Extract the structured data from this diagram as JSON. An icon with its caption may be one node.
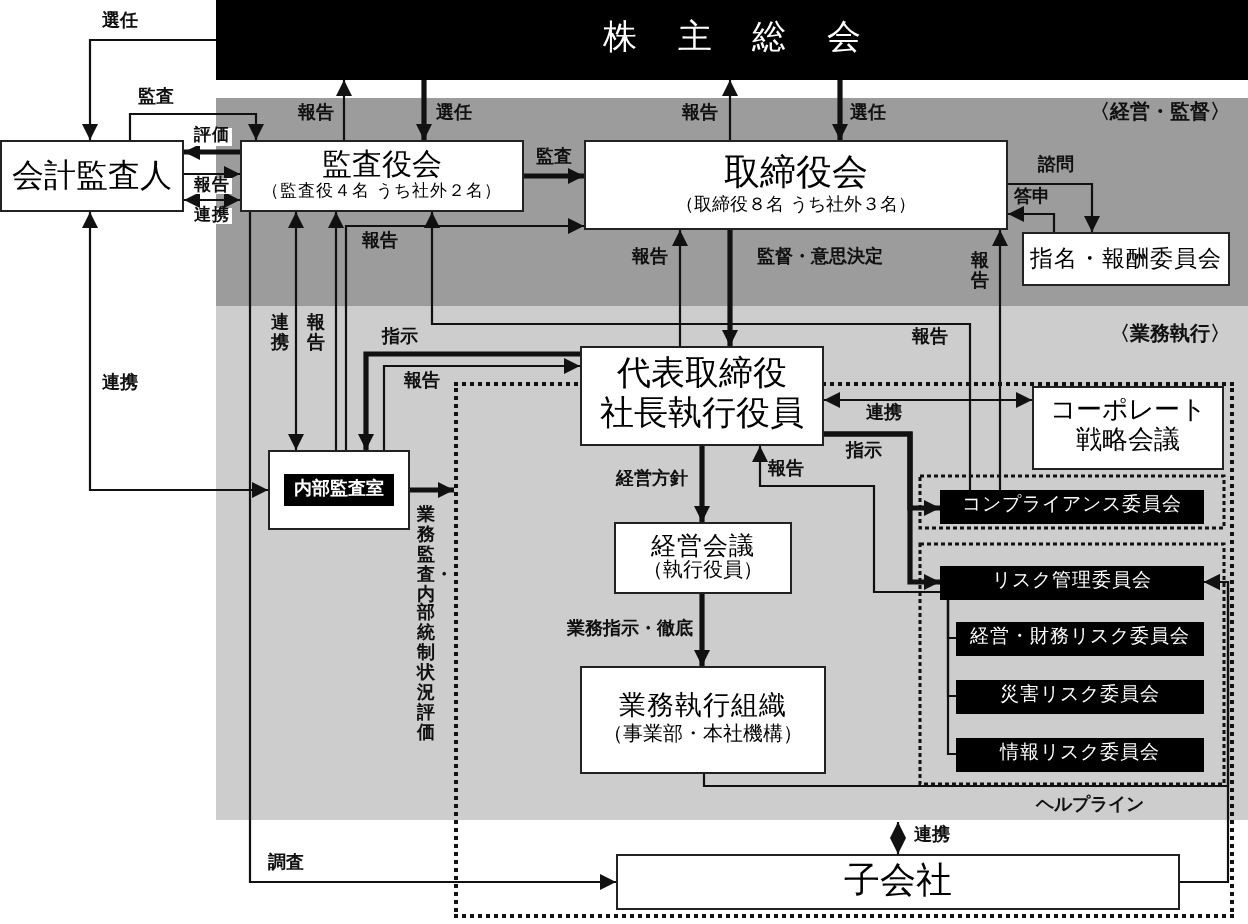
{
  "diagram": {
    "nodes": [
      {
        "text": [
          "株主総会"
        ]
      },
      {
        "text": [
          "会計監査人"
        ]
      },
      {
        "text": [
          "監査役会",
          "（監査役４名 うち社外２名）"
        ]
      },
      {
        "text": [
          "取締役会",
          "（取締役８名 うち社外３名）"
        ]
      },
      {
        "text": [
          "指名・報酬委員会"
        ]
      },
      {
        "text": [
          "代表取締役",
          "社長執行役員"
        ]
      },
      {
        "text": [
          "内部監査室"
        ]
      },
      {
        "text": [],
        "shape": "box"
      },
      {
        "text": [
          "コーポレート戦略会議"
        ],
        "in": 7
      },
      {
        "text": [
          "経営会議",
          "（執行役員）"
        ],
        "in": 7
      },
      {
        "text": [
          "コンプライアンス委員会"
        ],
        "in": 7
      },
      {
        "text": [
          "リスク管理委員会"
        ],
        "in": 7
      },
      {
        "text": [
          "経営・財務リスク委員会"
        ],
        "in": 7
      },
      {
        "text": [
          "災害リスク委員会"
        ],
        "in": 7
      },
      {
        "text": [
          "情報リスク委員会"
        ],
        "in": 7
      },
      {
        "text": [
          "業務執行組織",
          "（事業部・本社機構）"
        ],
        "in": 7
      },
      {
        "text": [
          "子会社"
        ],
        "in": 7
      }
    ],
    "edges": [
      {
        "from": 0,
        "to": 1,
        "arrow": "to",
        "label": "選任"
      },
      {
        "from": 1,
        "to": 2,
        "arrow": "to",
        "label": "監査"
      },
      {
        "from": 2,
        "to": 1,
        "arrow": "to",
        "label": "評価",
        "style": "thick"
      },
      {
        "from": 1,
        "to": 2,
        "arrow": "to",
        "label": "報告"
      },
      {
        "from": 1,
        "to": 2,
        "arrow": "both",
        "label": "連携"
      },
      {
        "from": 2,
        "to": 0,
        "arrow": "to",
        "label": "報告"
      },
      {
        "from": 0,
        "to": 2,
        "arrow": "to",
        "label": "選任",
        "style": "thick"
      },
      {
        "from": 2,
        "to": 3,
        "arrow": "to",
        "label": "監査",
        "style": "thick"
      },
      {
        "from": 3,
        "to": 0,
        "arrow": "to",
        "label": "報告"
      },
      {
        "from": 0,
        "to": 3,
        "arrow": "to",
        "label": "選任",
        "style": "thick"
      },
      {
        "from": 3,
        "to": 4,
        "arrow": "to",
        "label": "諮問"
      },
      {
        "from": 4,
        "to": 3,
        "arrow": "to",
        "label": "答申"
      },
      {
        "from": 2,
        "to": 6,
        "arrow": "both",
        "label": "連携"
      },
      {
        "from": 6,
        "to": 2,
        "arrow": "to",
        "label": "報告"
      },
      {
        "from": 6,
        "to": 3,
        "arrow": "to",
        "label": "報告"
      },
      {
        "from": 10,
        "to": 2,
        "arrow": "to",
        "label": "報告"
      },
      {
        "from": 10,
        "to": 3,
        "arrow": "to",
        "label": "報告"
      },
      {
        "from": 3,
        "to": 5,
        "arrow": "to",
        "label": "監督・意思決定",
        "style": "thick"
      },
      {
        "from": 5,
        "to": 3,
        "arrow": "to",
        "label": "報告"
      },
      {
        "from": 1,
        "to": 6,
        "arrow": "both",
        "label": "連携"
      },
      {
        "from": 5,
        "to": 6,
        "arrow": "to",
        "label": "指示",
        "style": "thick"
      },
      {
        "from": 6,
        "to": 5,
        "arrow": "to",
        "label": "報告"
      },
      {
        "from": 6,
        "to": 7,
        "arrow": "to",
        "label": "業務監査・内部統制状況評価",
        "style": "thick"
      },
      {
        "from": 5,
        "to": 8,
        "arrow": "both",
        "label": "連携"
      },
      {
        "from": 5,
        "to": 10,
        "arrow": "to",
        "label": "指示",
        "style": "thick"
      },
      {
        "from": 5,
        "to": 11,
        "arrow": "to",
        "style": "thick"
      },
      {
        "from": 11,
        "to": 5,
        "arrow": "to",
        "label": "報告"
      },
      {
        "from": 5,
        "to": 9,
        "arrow": "to",
        "label": "経営方針",
        "style": "thick"
      },
      {
        "from": 9,
        "to": 15,
        "arrow": "to",
        "label": "業務指示・徹底",
        "style": "thick"
      },
      {
        "from": 11,
        "to": 12,
        "arrow": "none"
      },
      {
        "from": 11,
        "to": 13,
        "arrow": "none"
      },
      {
        "from": 11,
        "to": 14,
        "arrow": "none"
      },
      {
        "from": 15,
        "to": 11,
        "arrow": "to",
        "label": "ヘルプライン"
      },
      {
        "from": 16,
        "to": 11,
        "arrow": "to"
      },
      {
        "from": null,
        "to": 16,
        "arrow": "both",
        "label": "連携"
      },
      {
        "from": 2,
        "to": 16,
        "arrow": "to",
        "label": "調査"
      }
    ],
    "labels": [
      "〈経営・監督〉",
      "〈業務執行〉"
    ]
  }
}
